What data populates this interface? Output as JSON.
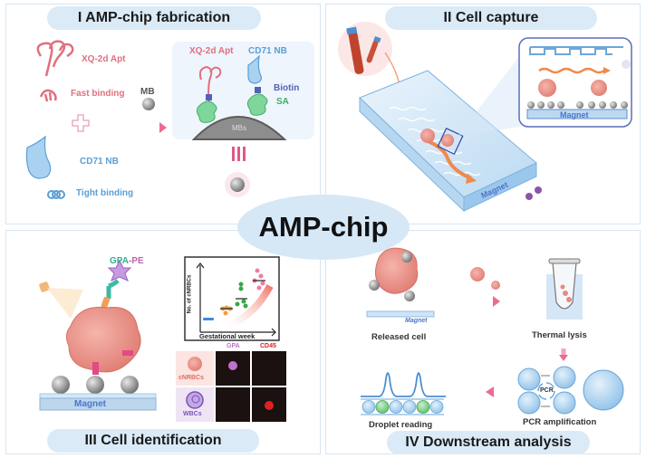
{
  "center": {
    "title": "AMP-chip"
  },
  "panels": {
    "fabrication": {
      "title": "I AMP-chip fabrication",
      "labels": {
        "aptamer": "XQ-2d Apt",
        "fast_binding": "Fast binding",
        "mb": "MB",
        "nanobody": "CD71 NB",
        "tight_binding": "Tight binding",
        "right_aptamer": "XQ-2d Apt",
        "right_nanobody": "CD71 NB",
        "biotin": "Biotin",
        "sa": "SA",
        "mbs": "MBs",
        "equiv": "III"
      }
    },
    "capture": {
      "title": "II Cell capture",
      "labels": {
        "magnet_inset": "Magnet",
        "magnet_chip": "Magnet"
      }
    },
    "identification": {
      "title": "III Cell identification",
      "labels": {
        "gpa": "GPA",
        "pe": "-PE",
        "magnet": "Magnet",
        "y_axis": "No. of cNRBCs",
        "x_axis": "Gestational week",
        "col_gpa": "GPA",
        "col_cd45": "CD45",
        "row_cnrbc": "cNRBCs",
        "row_wbc": "WBCs"
      }
    },
    "downstream": {
      "title": "IV Downstream analysis",
      "labels": {
        "released": "Released cell",
        "magnet": "Magnet",
        "lysis": "Thermal lysis",
        "pcr_amp": "PCR amplification",
        "pcr": "PCR",
        "droplet": "Droplet reading"
      }
    }
  },
  "colors": {
    "panel_border": "#d6e6f4",
    "pill": "#dbeaf7",
    "aptamer": "#e0707e",
    "nanobody": "#5a9fd6",
    "biotin": "#5660b8",
    "sa": "#3fae6a",
    "cell": "#e98a80",
    "magnet": "#4d74c8",
    "gpa": "#c072c8",
    "cd45": "#e02020"
  }
}
